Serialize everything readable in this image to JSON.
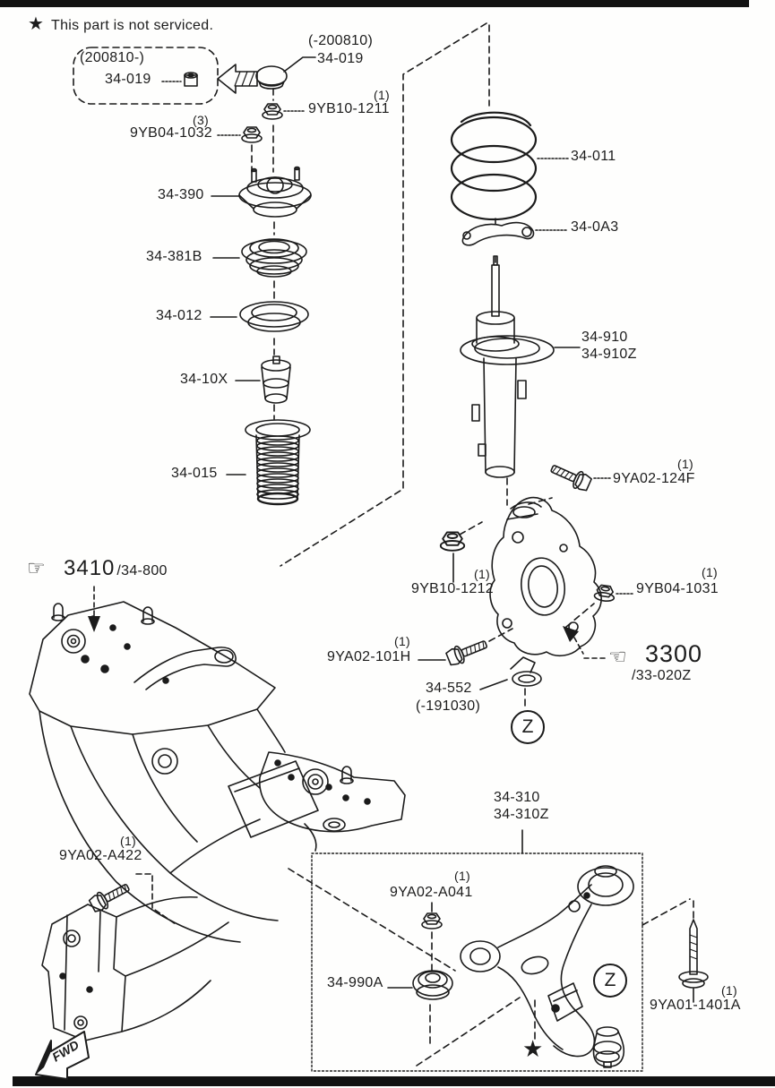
{
  "note": {
    "star": "★",
    "text": "This part is not serviced."
  },
  "icons": {
    "hand_right": "☞",
    "hand_left": "☜",
    "star": "★"
  },
  "labels": {
    "zone_z": "Z",
    "fwd": "FWD"
  },
  "callouts": {
    "cap_new": {
      "range": "(200810-)",
      "part": "34-019"
    },
    "cap_old": {
      "range": "(-200810)",
      "part": "34-019"
    },
    "nut_strut_rod": {
      "qty": "(1)",
      "part": "9YB10-1211"
    },
    "nut_mount": {
      "qty": "(3)",
      "part": "9YB04-1032"
    },
    "strut_mount": {
      "part": "34-390"
    },
    "bearing": {
      "part": "34-381B"
    },
    "seat_upper": {
      "part": "34-012"
    },
    "bump_stopper": {
      "part": "34-10X"
    },
    "dust_boot": {
      "part": "34-015"
    },
    "coil_spring": {
      "part": "34-011"
    },
    "seat_rubber": {
      "part": "34-0A3"
    },
    "strut": {
      "part": "34-910",
      "part_alt": "34-910Z"
    },
    "bolt_strut": {
      "qty": "(1)",
      "part": "9YA02-124F"
    },
    "nut_knuckle": {
      "qty": "(1)",
      "part": "9YB10-1212"
    },
    "nut_balljoint": {
      "qty": "(1)",
      "part": "9YB04-1031"
    },
    "bolt_balljoint": {
      "qty": "(1)",
      "part": "9YA02-101H"
    },
    "clip": {
      "part": "34-552",
      "range": "(-191030)"
    },
    "knuckle_group": {
      "group": "3300",
      "sub": "/33-020Z"
    },
    "crossmember_group": {
      "group": "3410",
      "sub": "/34-800"
    },
    "bolt_crossmember": {
      "qty": "(1)",
      "part": "9YA02-A422"
    },
    "lower_arm": {
      "part": "34-310",
      "part_alt": "34-310Z"
    },
    "nut_arm": {
      "qty": "(1)",
      "part": "9YA02-A041"
    },
    "washer_arm": {
      "part": "34-990A"
    },
    "bolt_arm": {
      "qty": "(1)",
      "part": "9YA01-1401A"
    }
  }
}
